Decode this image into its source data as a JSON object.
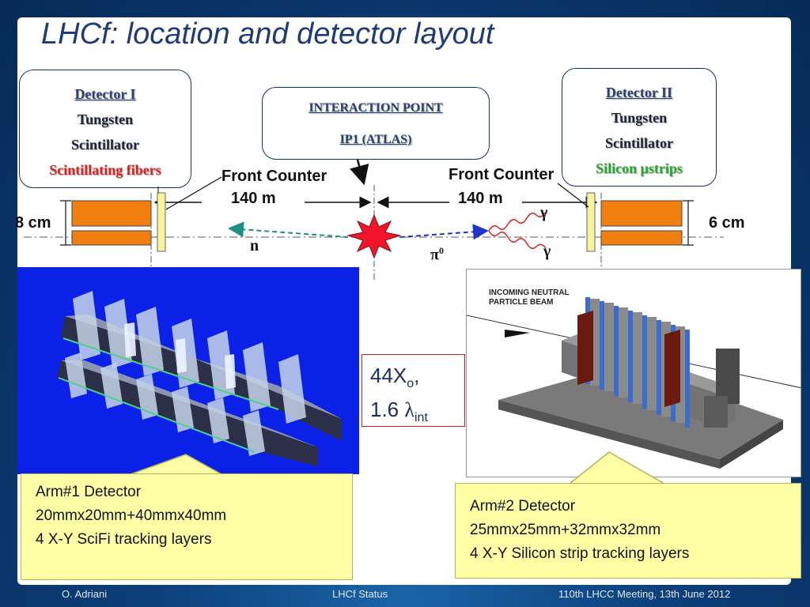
{
  "title": "LHCf:  location and detector layout",
  "detector1": {
    "heading": "Detector I",
    "line1": "Tungsten",
    "line2": "Scintillator",
    "line3": "Scintillating fibers"
  },
  "interaction": {
    "heading": "INTERACTION POINT",
    "sub": "IP1 (ATLAS)"
  },
  "detector2": {
    "heading": "Detector II",
    "line1": "Tungsten",
    "line2": "Scintillator",
    "line3": "Silicon μstrips"
  },
  "layout": {
    "front_counter_left": "Front Counter",
    "front_counter_right": "Front Counter",
    "distance_left": "140 m",
    "distance_right": "140 m",
    "width_left": "8 cm",
    "width_right": "6 cm",
    "neutron": "n",
    "pion": "π",
    "pion_sup": "0",
    "gamma_top": "γ",
    "gamma_bottom": "γ"
  },
  "arm2_image_text": {
    "line1": "INCOMING NEUTRAL",
    "line2": "PARTICLE BEAM"
  },
  "mass": {
    "x0_value": "44X",
    "x0_sub": "o",
    "x0_suffix": ",",
    "lambda_value": "1.6 ",
    "lambda_symbol": "λ",
    "lambda_sub": "int"
  },
  "arm1": {
    "line1": "Arm#1 Detector",
    "line2": "20mmx20mm+40mmx40mm",
    "line3": "4 X-Y SciFi tracking layers"
  },
  "arm2": {
    "line1": "Arm#2 Detector",
    "line2": "25mmx25mm+32mmx32mm",
    "line3": "4 X-Y Silicon strip tracking layers"
  },
  "footer": {
    "author": "O. Adriani",
    "center": "LHCf Status",
    "right": "110th LHCC Meeting, 13th June 2012"
  },
  "colors": {
    "accent_red": "#e0201f",
    "accent_green": "#2aa52a",
    "orange_block": "#f07f10",
    "callout_yellow": "#ffffa6",
    "arm1_bg": "#0b21e8"
  }
}
